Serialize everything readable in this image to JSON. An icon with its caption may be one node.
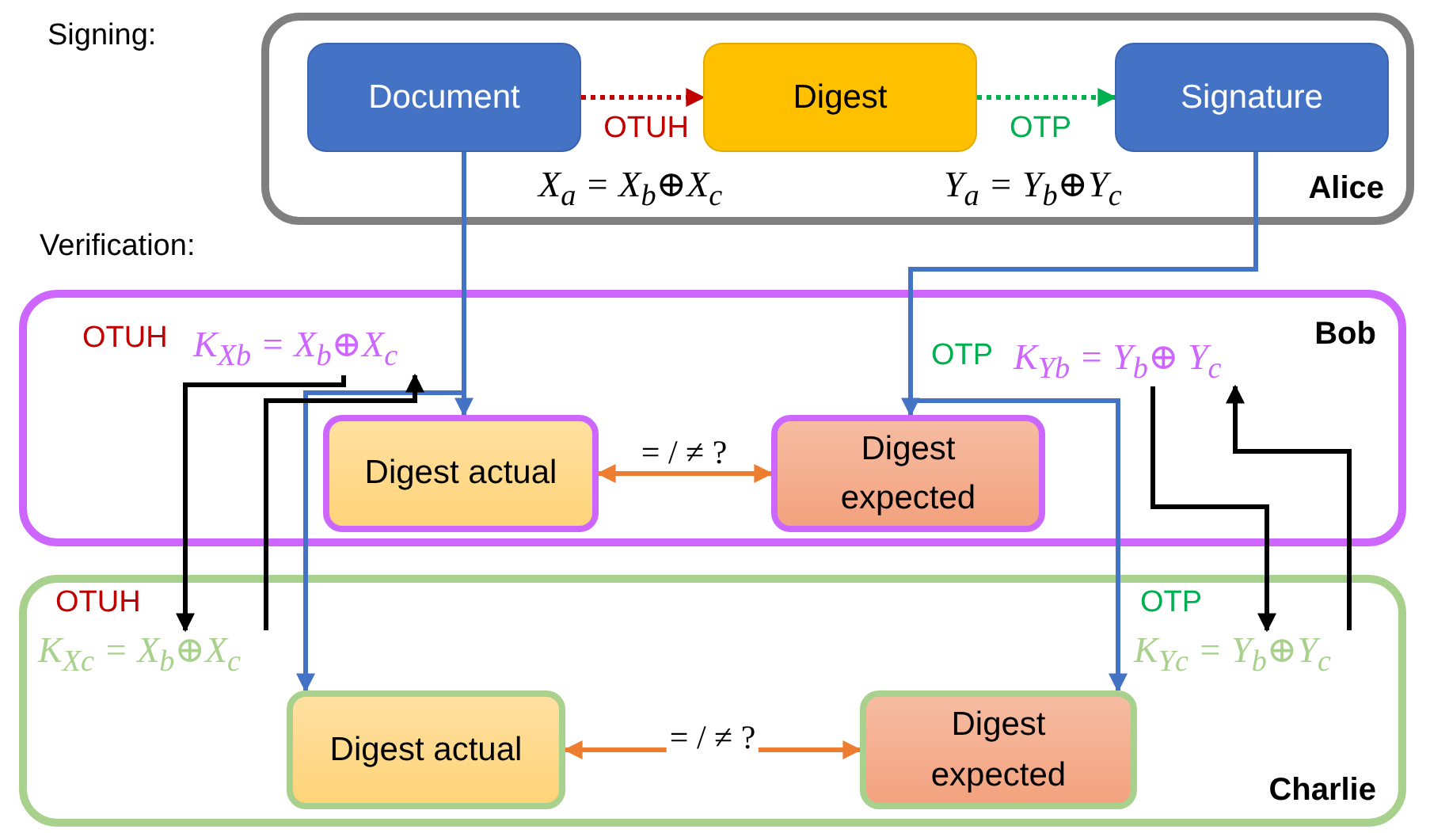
{
  "diagram": {
    "nodes": [
      {
        "text": [
          "Alice"
        ]
      },
      {
        "text": [
          "Document"
        ],
        "in": 0
      },
      {
        "text": [
          "Digest"
        ],
        "in": 0
      },
      {
        "text": [
          "Signature"
        ],
        "in": 0
      },
      {
        "text": [
          "Bob"
        ]
      },
      {
        "text": [
          "K$_{Xb}$ = X$_{b}$⊕X$_{c}$"
        ],
        "in": 4,
        "beside": [
          "OTUH"
        ]
      },
      {
        "text": [
          "Digest actual"
        ],
        "in": 4
      },
      {
        "text": [
          "Digest expected"
        ],
        "in": 4
      },
      {
        "text": [
          "K$_{Yb}$ = Y$_{b}$⊕ Y$_{c}$"
        ],
        "in": 4,
        "beside": [
          "OTP"
        ]
      },
      {
        "text": [
          "Charlie"
        ]
      },
      {
        "text": [
          "K$_{Xc}$ = X$_{b}$⊕X$_{c}$"
        ],
        "in": 9,
        "beside": [
          "OTUH"
        ]
      },
      {
        "text": [
          "Digest actual"
        ],
        "in": 9
      },
      {
        "text": [
          "Digest expected"
        ],
        "in": 9
      },
      {
        "text": [
          "K$_{Yc}$ = Y$_{b}$⊕Y$_{c}$"
        ],
        "in": 9,
        "beside": [
          "OTP"
        ]
      }
    ],
    "edges": [
      {
        "from": 1,
        "to": 2,
        "arrow": "to",
        "label": "OTUH",
        "style": "dashed",
        "color": "#c00000"
      },
      {
        "from": 2,
        "to": 3,
        "arrow": "to",
        "label": "OTP",
        "style": "dashed",
        "color": "#00b050"
      },
      {
        "from": 1,
        "to": 6,
        "arrow": "to"
      },
      {
        "from": 1,
        "to": 11,
        "arrow": "to"
      },
      {
        "from": 3,
        "to": 7,
        "arrow": "to"
      },
      {
        "from": 3,
        "to": 12,
        "arrow": "to"
      },
      {
        "from": 6,
        "to": 7,
        "arrow": "both",
        "label": "= / ≠ ?",
        "color": "#ed7d31"
      },
      {
        "from": 11,
        "to": 12,
        "arrow": "both",
        "label": "= / ≠ ?",
        "color": "#ed7d31"
      },
      {
        "from": 5,
        "to": 10,
        "arrow": "to",
        "color": "#000000"
      },
      {
        "from": 10,
        "to": 5,
        "arrow": "to",
        "color": "#000000"
      },
      {
        "from": 8,
        "to": 13,
        "arrow": "to",
        "color": "#000000"
      },
      {
        "from": 13,
        "to": 8,
        "arrow": "to",
        "color": "#000000"
      }
    ],
    "labels": [
      "Signing:",
      "X$_{a}$ = X$_{b}$⊕X$_{c}$",
      "Y$_{a}$ = Y$_{b}$⊕Y$_{c}$",
      "Verification:"
    ]
  }
}
